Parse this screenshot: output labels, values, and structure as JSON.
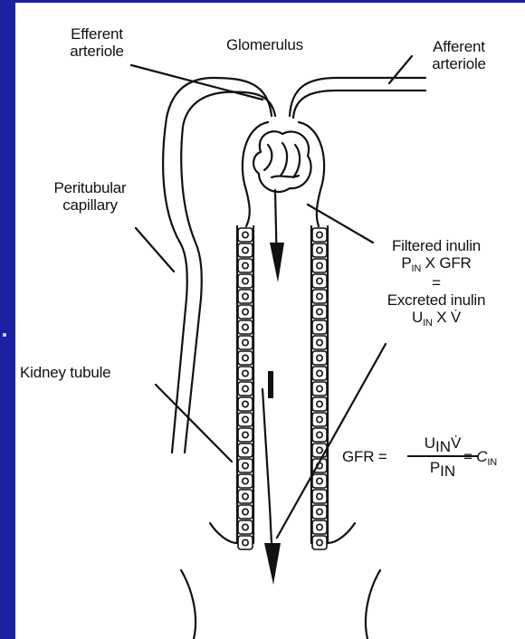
{
  "labels": {
    "efferent_line1": "Efferent",
    "efferent_line2": "arteriole",
    "glomerulus": "Glomerulus",
    "afferent_line1": "Afferent",
    "afferent_line2": "arteriole",
    "peritubular_line1": "Peritubular",
    "peritubular_line2": "capillary",
    "kidney_tubule": "Kidney tubule",
    "filtered_inulin": "Filtered inulin",
    "filtered_formula_p": "P",
    "filtered_formula_sub": "IN",
    "filtered_formula_rest": "X GFR",
    "equals": "=",
    "excreted_inulin": "Excreted inulin",
    "excreted_formula_u": "U",
    "excreted_formula_sub": "IN",
    "excreted_formula_rest": "X V̇"
  },
  "equation": {
    "lhs": "GFR =",
    "num_u": "U",
    "num_sub": "IN",
    "num_v": "V̇",
    "den_p": "P",
    "den_sub": "IN",
    "rhs_eq": "=",
    "rhs_c": "C",
    "rhs_sub": "IN"
  },
  "colors": {
    "background": "#1c20a3",
    "paper": "#ffffff",
    "ink": "#111111"
  }
}
